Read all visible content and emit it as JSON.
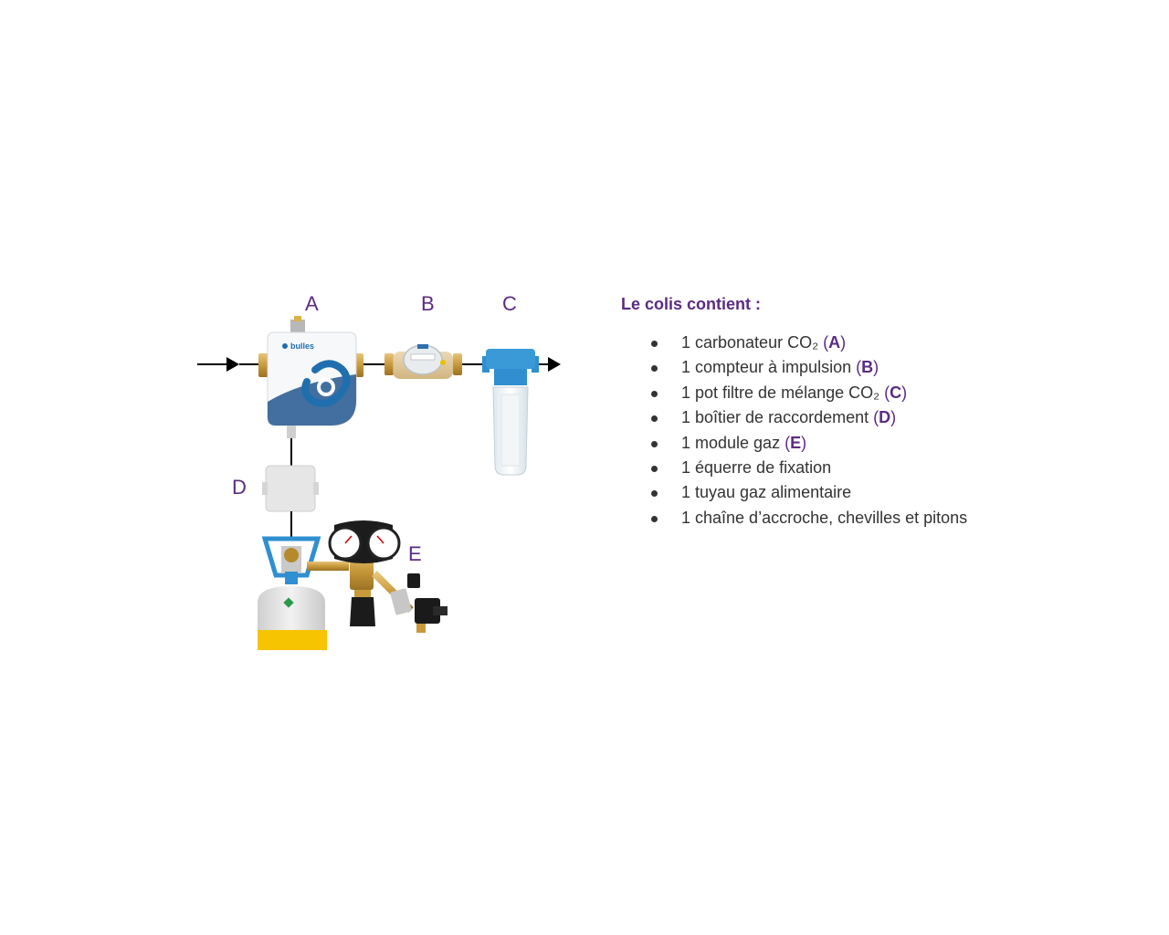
{
  "diagram": {
    "labels": {
      "a": "A",
      "b": "B",
      "c": "C",
      "d": "D",
      "e": "E"
    },
    "device_brand": "bulles",
    "colors": {
      "label": "#5b2c83",
      "pipe": "#000000",
      "filter_blue": "#2f8fd0",
      "bottle_yellow": "#f6c400",
      "brass": "#c89a3c",
      "logo_blue": "#1f6fae"
    }
  },
  "panel": {
    "title": "Le colis contient :",
    "items": [
      {
        "text": "1 carbonateur CO₂",
        "ref": "A"
      },
      {
        "text": "1 compteur à impulsion",
        "ref": "B"
      },
      {
        "text": "1 pot filtre de mélange CO₂",
        "ref": "C"
      },
      {
        "text": "1 boîtier de raccordement",
        "ref": "D"
      },
      {
        "text": "1 module gaz",
        "ref": "E"
      },
      {
        "text": "1 équerre de fixation",
        "ref": ""
      },
      {
        "text": "1 tuyau gaz alimentaire",
        "ref": ""
      },
      {
        "text": "1 chaîne d’accroche, chevilles et pitons",
        "ref": ""
      }
    ]
  }
}
